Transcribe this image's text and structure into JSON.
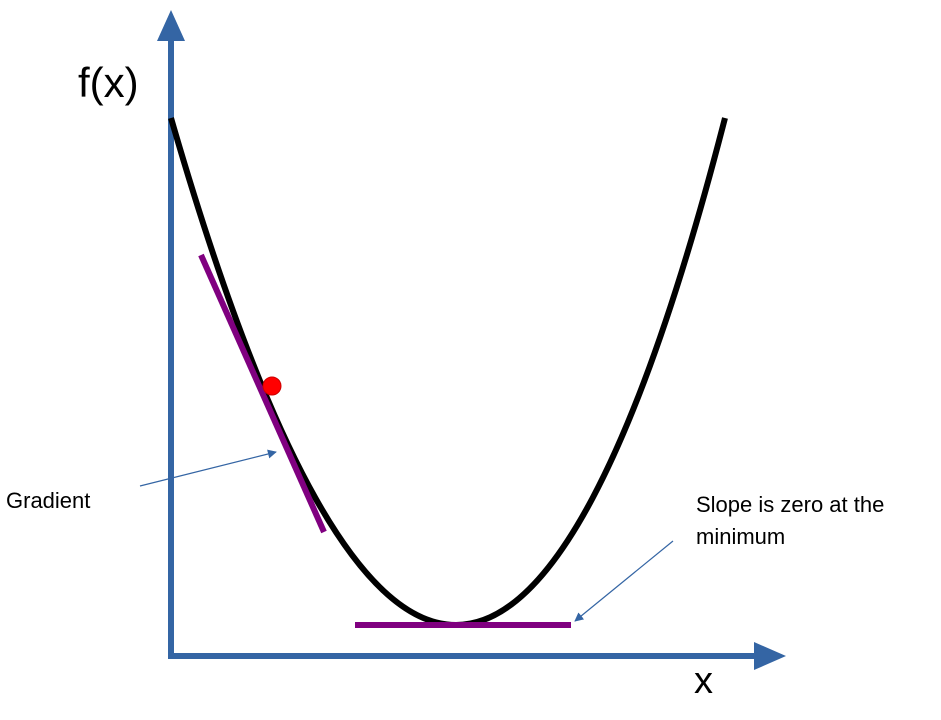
{
  "labels": {
    "y_axis": "f(x)",
    "x_axis": "x",
    "gradient": "Gradient",
    "slope_line1": "Slope is zero at the",
    "slope_line2": "minimum"
  },
  "colors": {
    "axis": "#3465A4",
    "curve": "#000000",
    "tangent": "#800080",
    "point": "#FF0000",
    "annotation_arrow": "#3465A4"
  }
}
